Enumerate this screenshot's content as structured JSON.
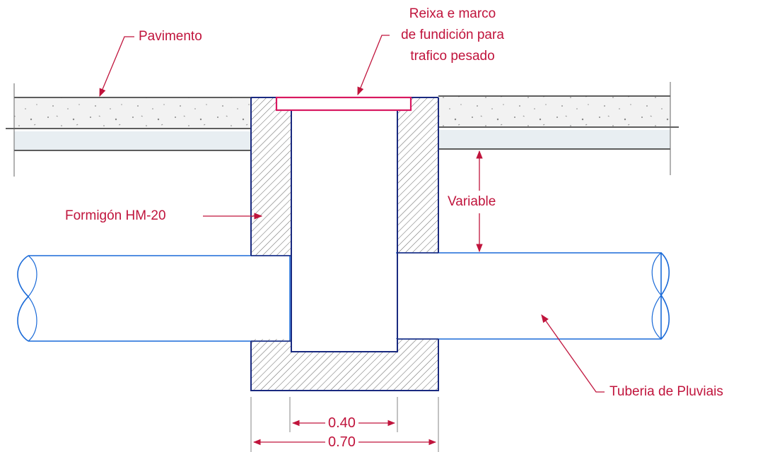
{
  "labels": {
    "pavimento": "Pavimento",
    "reixa_line1": "Reixa e marco",
    "reixa_line2": "de fundición para",
    "reixa_line3": "trafico pesado",
    "formigon": "Formigón HM-20",
    "variable": "Variable",
    "tuberia": "Tuberia de Pluviais"
  },
  "dimensions": {
    "inner_width": "0.40",
    "outer_width": "0.70"
  },
  "colors": {
    "label": "#c0143c",
    "structure": "#1a2a80",
    "pipe": "#1a6ad8",
    "grate": "#d81860",
    "pavement_lines": "#2a2a2a",
    "hatch": "#606060"
  }
}
